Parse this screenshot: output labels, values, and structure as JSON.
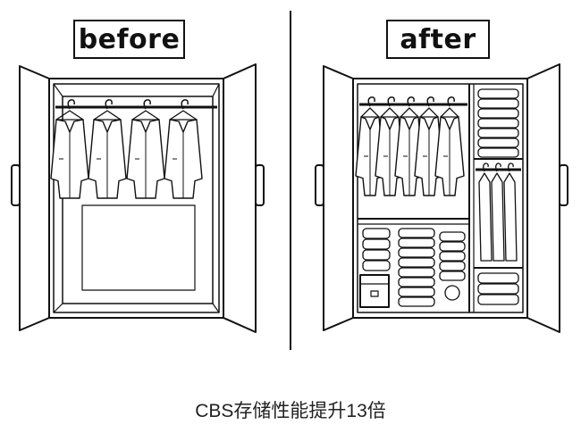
{
  "panels": {
    "before": {
      "label": "before"
    },
    "after": {
      "label": "after"
    }
  },
  "caption": "CBS存储性能提升13倍"
}
